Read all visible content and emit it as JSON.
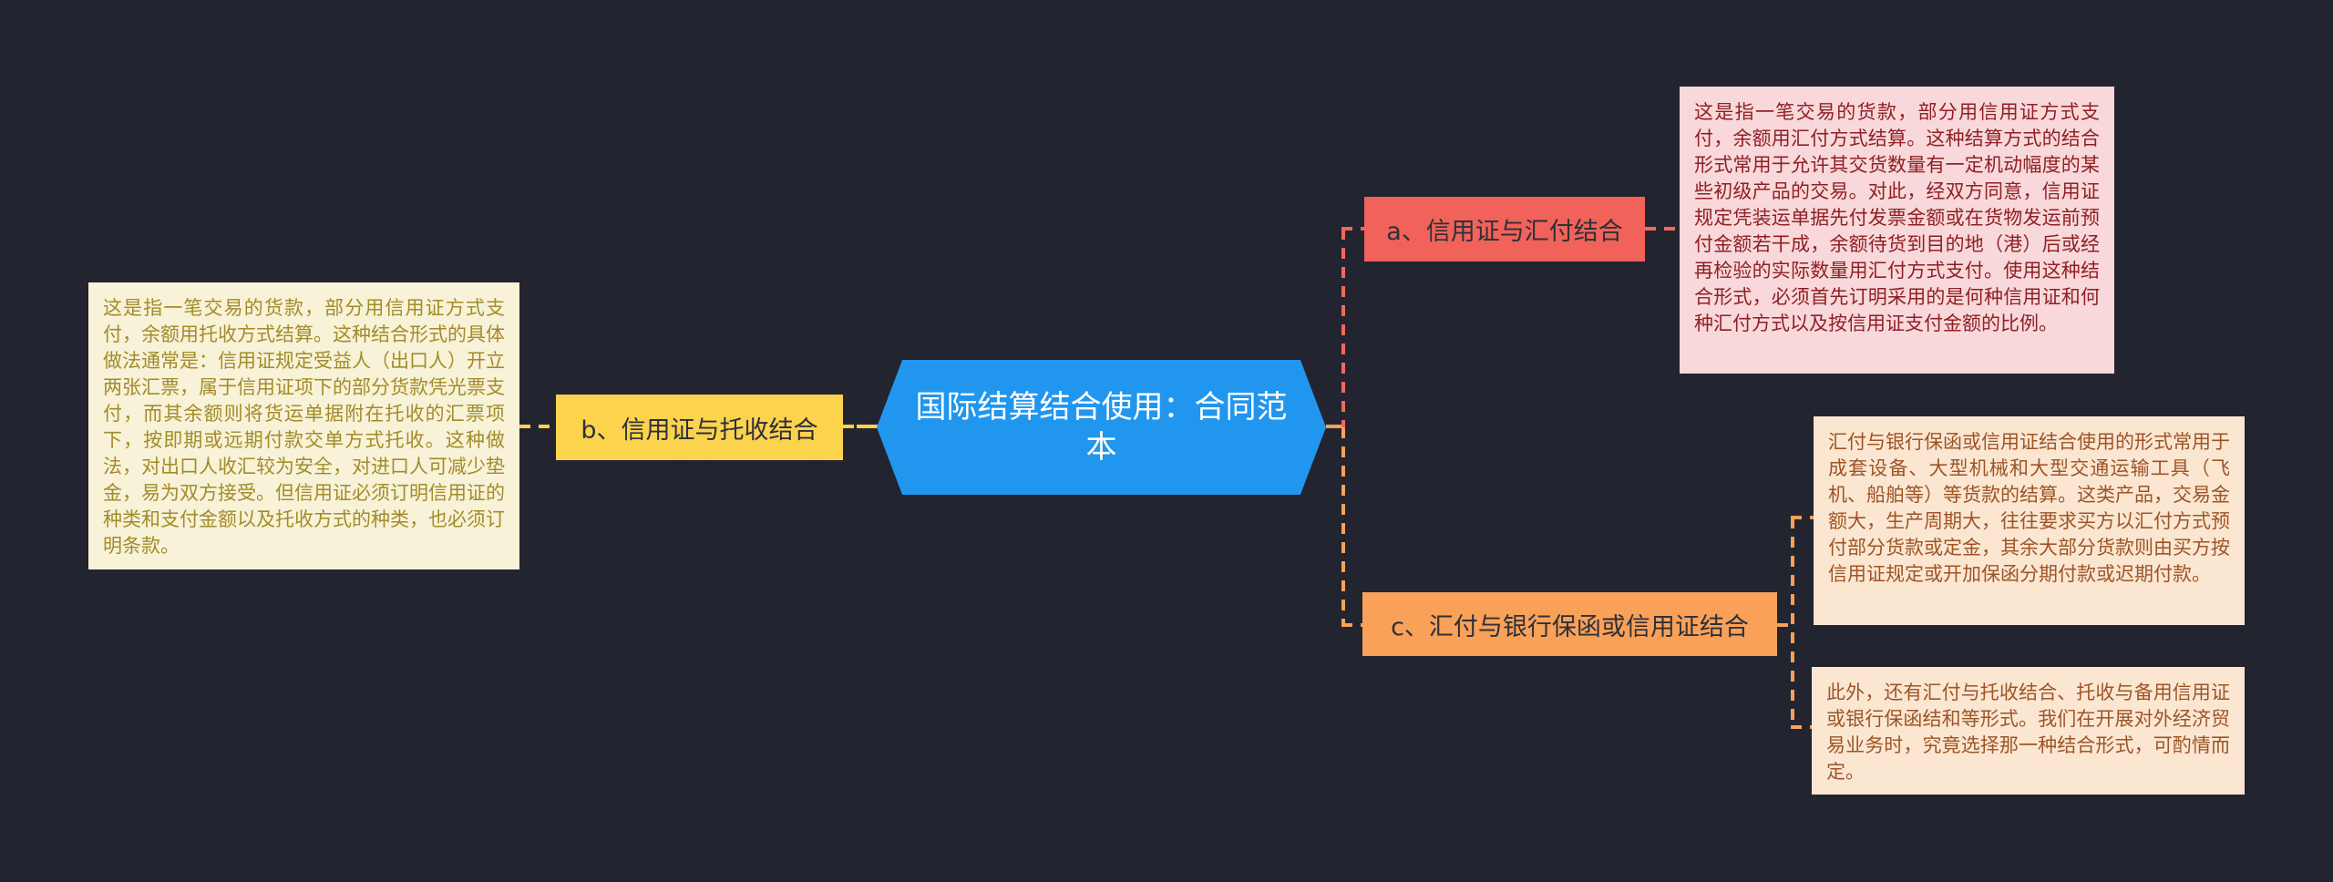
{
  "diagram": {
    "center": {
      "label": "国际结算结合使用：合同范本"
    },
    "nodes": {
      "a": {
        "label": "a、信用证与汇付结合"
      },
      "b": {
        "label": "b、信用证与托收结合"
      },
      "c": {
        "label": "c、汇付与银行保函或信用证结合"
      }
    },
    "details": {
      "b_detail": "这是指一笔交易的货款，部分用信用证方式支付，余额用托收方式结算。这种结合形式的具体做法通常是：信用证规定受益人（出口人）开立两张汇票，属于信用证项下的部分货款凭光票支付，而其余额则将货运单据附在托收的汇票项下，按即期或远期付款交单方式托收。这种做法，对出口人收汇较为安全，对进口人可减少垫金，易为双方接受。但信用证必须订明信用证的种类和支付金额以及托收方式的种类，也必须订明条款。",
      "a_detail": "这是指一笔交易的货款，部分用信用证方式支付，余额用汇付方式结算。这种结算方式的结合形式常用于允许其交货数量有一定机动幅度的某些初级产品的交易。对此，经双方同意，信用证规定凭装运单据先付发票金额或在货物发运前预付金额若干成，余额待货到目的地（港）后或经再检验的实际数量用汇付方式支付。使用这种结合形式，必须首先订明采用的是何种信用证和何种汇付方式以及按信用证支付金额的比例。",
      "c_detail_1": "汇付与银行保函或信用证结合使用的形式常用于成套设备、大型机械和大型交通运输工具（飞机、船舶等）等货款的结算。这类产品，交易金额大，生产周期大，往往要求买方以汇付方式预付部分货款或定金，其余大部分货款则由买方按信用证规定或开加保函分期付款或迟期付款。",
      "c_detail_2": "此外，还有汇付与托收结合、托收与备用信用证或银行保函结和等形式。我们在开展对外经济贸易业务时，究竟选择那一种结合形式，可酌情而定。"
    },
    "colors": {
      "background": "#22242f",
      "center_fill": "#2196ee",
      "node_a_fill": "#f0625a",
      "node_b_fill": "#fcd34d",
      "node_c_fill": "#f9a158",
      "detail_b_fill": "#f7f2d8",
      "detail_a_fill": "#f8d8da",
      "detail_c_fill": "#fbe6d2",
      "connector_left": "#fcd34d",
      "connector_a": "#ed6a5f",
      "connector_c": "#f9a158"
    }
  }
}
